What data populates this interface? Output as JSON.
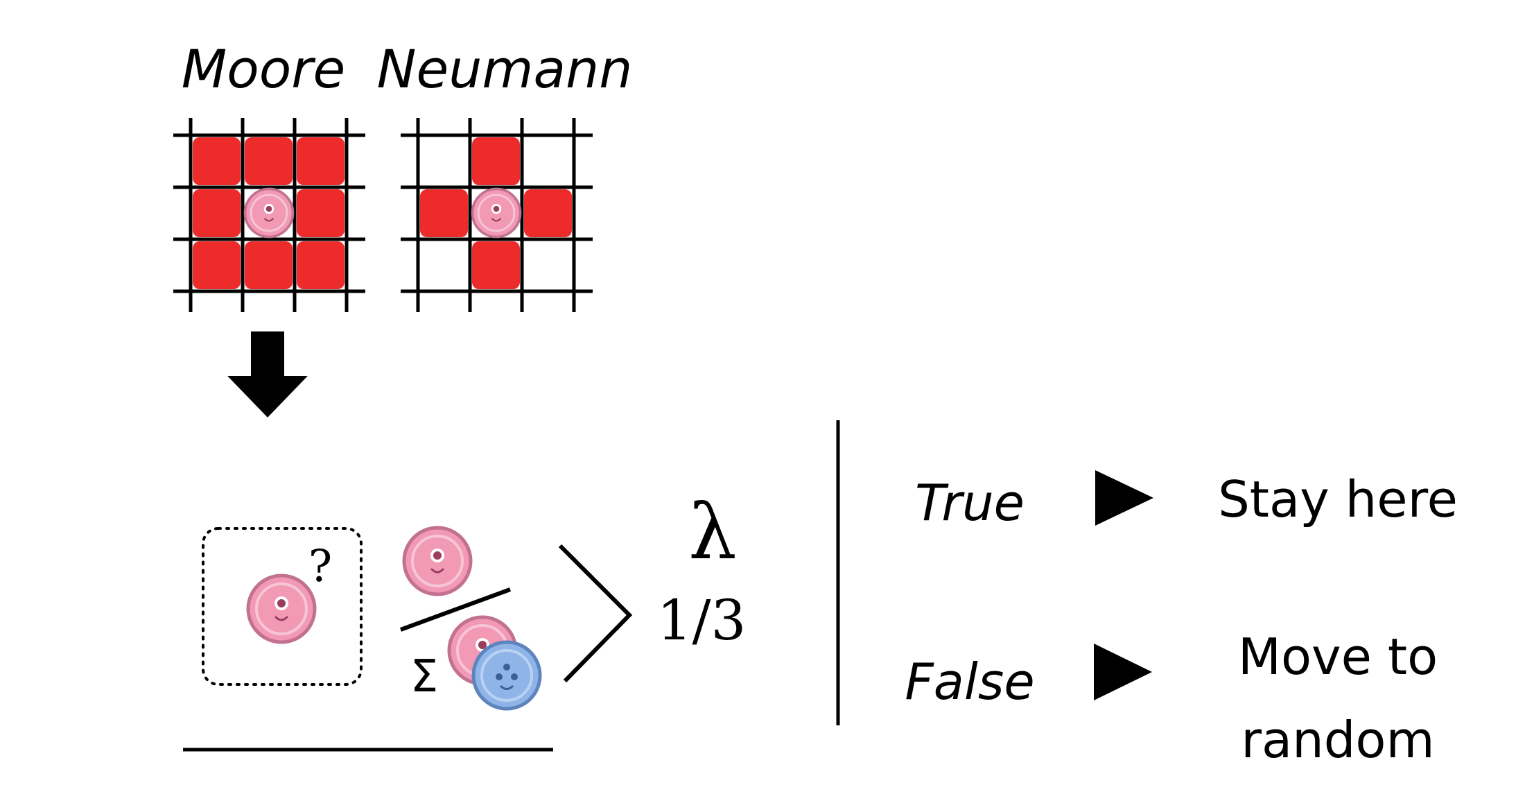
{
  "neighborhoods": {
    "moore": {
      "title": "Moore",
      "filled": [
        [
          0,
          0
        ],
        [
          1,
          0
        ],
        [
          2,
          0
        ],
        [
          0,
          1
        ],
        [
          2,
          1
        ],
        [
          0,
          2
        ],
        [
          1,
          2
        ],
        [
          2,
          2
        ]
      ]
    },
    "neumann": {
      "title": "Neumann",
      "filled": [
        [
          1,
          0
        ],
        [
          0,
          1
        ],
        [
          2,
          1
        ],
        [
          1,
          2
        ]
      ]
    }
  },
  "formula": {
    "question_mark": "?",
    "sum_symbol": "Σ",
    "lambda": "λ",
    "threshold": "1/3"
  },
  "outcomes": {
    "true_label": "True",
    "true_action": "Stay here",
    "false_label": "False",
    "false_action_line1": "Move to",
    "false_action_line2": "random"
  },
  "colors": {
    "neighbor_fill": "#ee2b2b",
    "cell_pink": "#f29ab5",
    "cell_pink_ring": "#c27191",
    "cell_blue": "#8eb4e8",
    "cell_blue_ring": "#5e84be"
  }
}
